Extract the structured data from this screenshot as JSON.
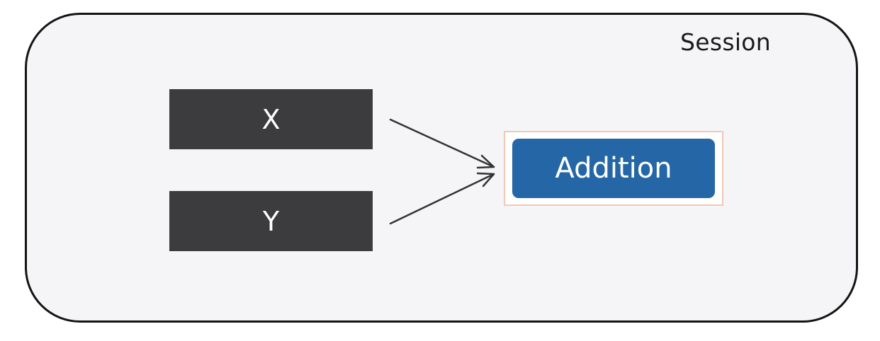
{
  "session": {
    "label": "Session"
  },
  "inputs": [
    {
      "label": "X"
    },
    {
      "label": "Y"
    }
  ],
  "operation": {
    "label": "Addition"
  },
  "colors": {
    "input_box": "#3c3c3e",
    "operation": "#2567a6",
    "session_bg": "#f5f5f7",
    "outline": "#141414"
  }
}
